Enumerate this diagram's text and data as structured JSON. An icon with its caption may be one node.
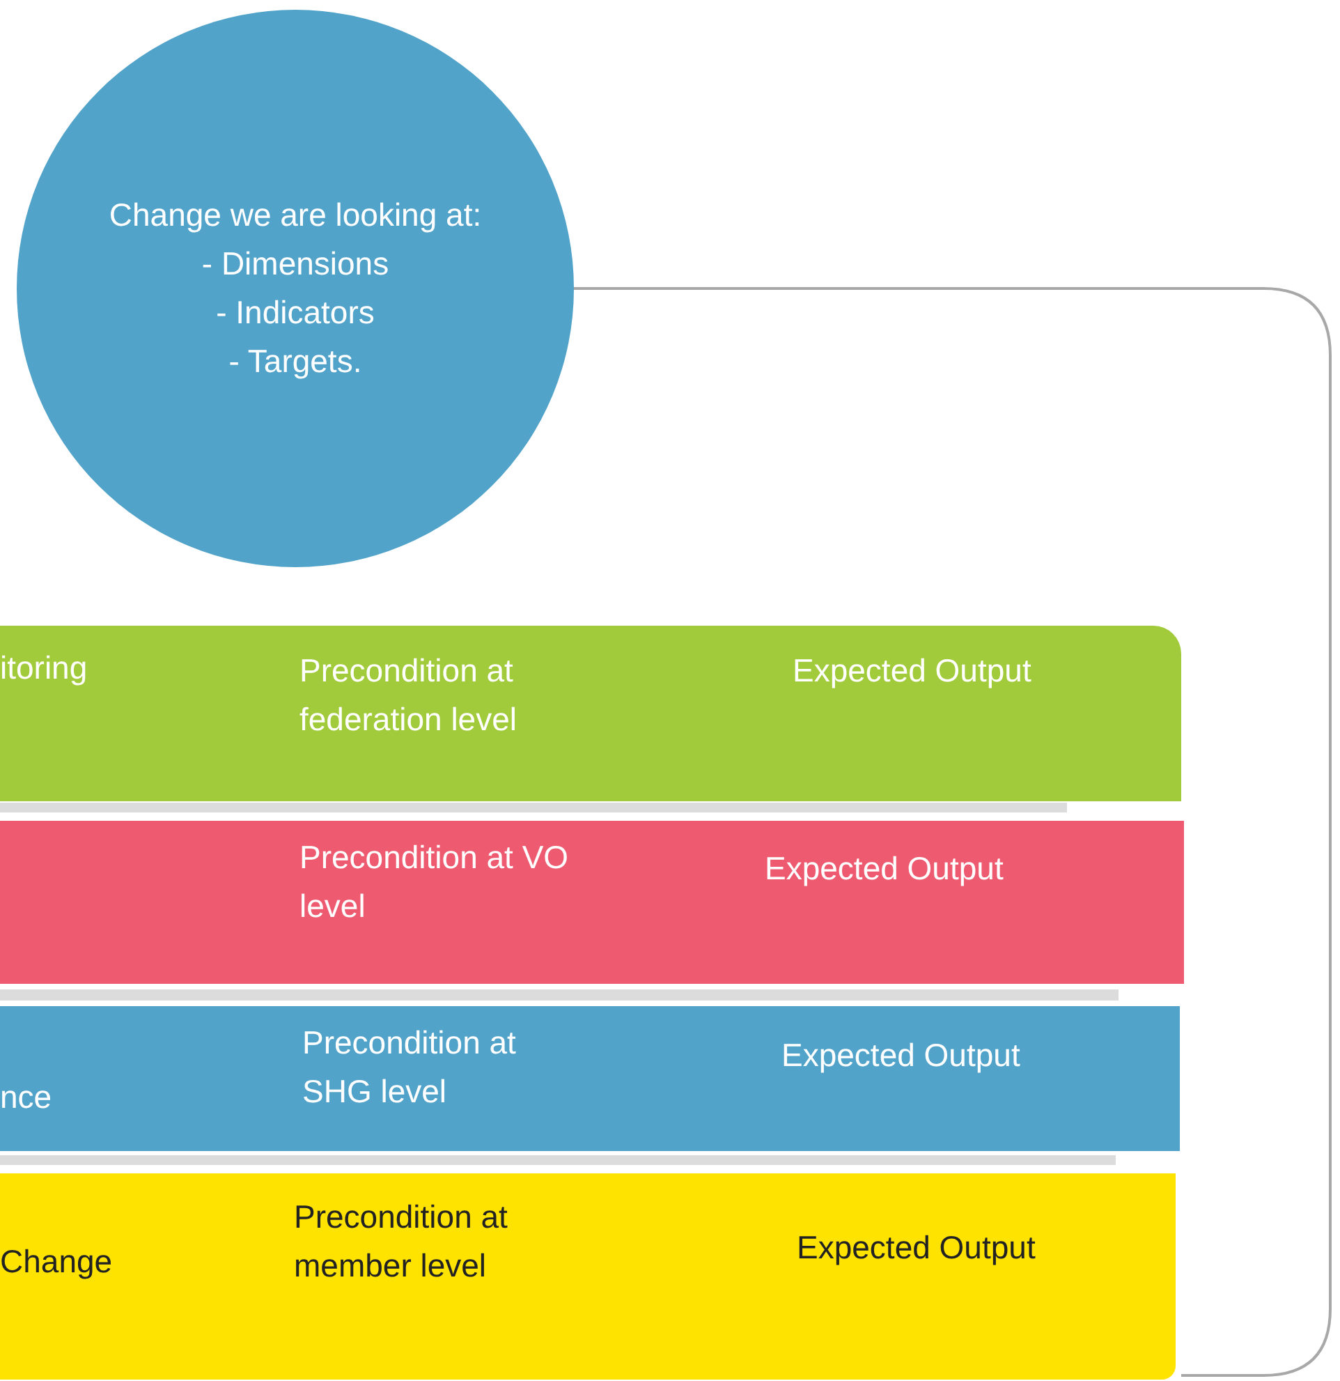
{
  "diagram": {
    "nodes": [
      {
        "text": [
          "Change we are looking at:",
          "- Dimensions",
          "- Indicators",
          "- Targets."
        ]
      },
      {
        "text": [
          "itoring",
          "Precondition at federation level",
          "Expected Output"
        ]
      },
      {
        "text": [
          "Precondition at VO level",
          "Expected Output"
        ]
      },
      {
        "text": [
          "nce",
          "Precondition at SHG level",
          "Expected Output"
        ]
      },
      {
        "text": [
          "Change",
          "Precondition at member level",
          "Expected Output"
        ]
      }
    ],
    "edges": [
      {
        "from": 0,
        "to": 4,
        "arrow": "none"
      }
    ]
  }
}
